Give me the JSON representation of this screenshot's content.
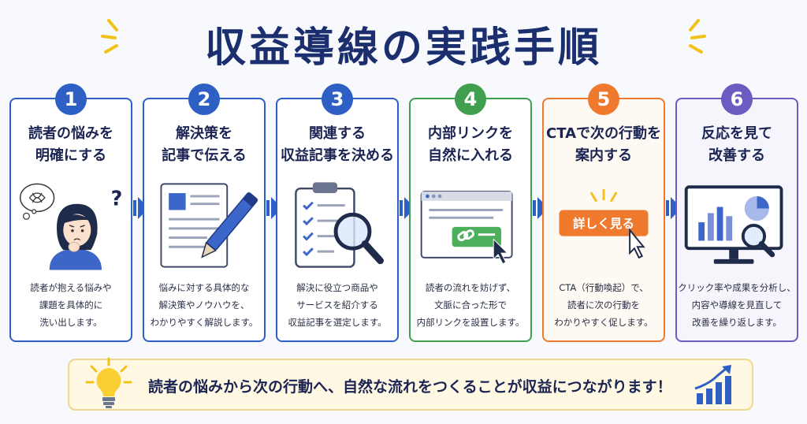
{
  "title": "収益導線の実践手順",
  "steps": [
    {
      "number": "1",
      "title": [
        "読者の悩みを",
        "明確にする"
      ],
      "desc": [
        "読者が抱える悩みや",
        "課題を具体的に",
        "洗い出します。"
      ],
      "color": "#2d5fc4"
    },
    {
      "number": "2",
      "title": [
        "解決策を",
        "記事で伝える"
      ],
      "desc": [
        "悩みに対する具体的な",
        "解決策やノウハウを、",
        "わかりやすく解説します。"
      ],
      "color": "#2d5fc4"
    },
    {
      "number": "3",
      "title": [
        "関連する",
        "収益記事を決める"
      ],
      "desc": [
        "解決に役立つ商品や",
        "サービスを紹介する",
        "収益記事を選定します。"
      ],
      "color": "#2d5fc4"
    },
    {
      "number": "4",
      "title": [
        "内部リンクを",
        "自然に入れる"
      ],
      "desc": [
        "読者の流れを妨げず、",
        "文脈に合った形で",
        "内部リンクを設置します。"
      ],
      "color": "#3f9f4e"
    },
    {
      "number": "5",
      "title": [
        "CTAで次の行動を",
        "案内する"
      ],
      "desc": [
        "CTA（行動喚起）で、",
        "読者に次の行動を",
        "わかりやすく促します。"
      ],
      "color": "#ef7a2e"
    },
    {
      "number": "6",
      "title": [
        "反応を見て",
        "改善する"
      ],
      "desc": [
        "クリック率や成果を分析し、",
        "内容や導線を見直して",
        "改善を繰り返します。"
      ],
      "color": "#6a5cc0"
    }
  ],
  "cta_button": "詳しく見る",
  "footer": "読者の悩みから次の行動へ、自然な流れをつくることが収益につながります！",
  "icons": {
    "step1": "worried-reader-icon",
    "step2": "document-pen-icon",
    "step3": "clipboard-magnifier-icon",
    "step4": "browser-link-icon",
    "step5": "cta-button-cursor-icon",
    "step6": "monitor-chart-icon",
    "footer_left": "lightbulb-icon",
    "footer_right": "growth-chart-icon"
  }
}
